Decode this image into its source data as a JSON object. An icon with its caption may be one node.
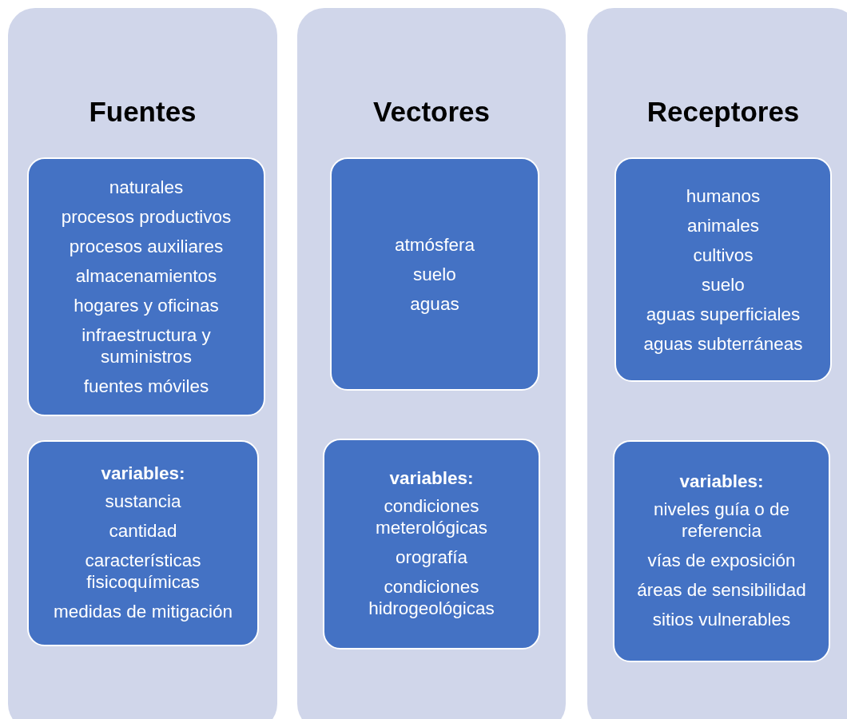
{
  "diagram": {
    "nodes": [
      {
        "text": [
          "Fuentes"
        ]
      },
      {
        "text": [
          "naturales",
          "procesos productivos",
          "procesos auxiliares",
          "almacenamientos",
          "hogares y oficinas",
          "infraestructura y suministros",
          "fuentes móviles"
        ],
        "in": 0
      },
      {
        "text": [
          "variables:",
          "sustancia",
          "cantidad",
          "características fisicoquímicas",
          "medidas de mitigación"
        ],
        "in": 0
      },
      {
        "text": [
          "Vectores"
        ]
      },
      {
        "text": [
          "atmósfera",
          "suelo",
          "aguas"
        ],
        "in": 3
      },
      {
        "text": [
          "variables:",
          "condiciones meterológicas",
          "orografía",
          "condiciones hidrogeológicas"
        ],
        "in": 3
      },
      {
        "text": [
          "Receptores"
        ]
      },
      {
        "text": [
          "humanos",
          "animales",
          "cultivos",
          "suelo",
          "aguas superficiales",
          "aguas subterráneas"
        ],
        "in": 6
      },
      {
        "text": [
          "variables:",
          "niveles guía o de referencia",
          "vías de exposición",
          "áreas de sensibilidad",
          "sitios vulnerables"
        ],
        "in": 6
      }
    ]
  }
}
